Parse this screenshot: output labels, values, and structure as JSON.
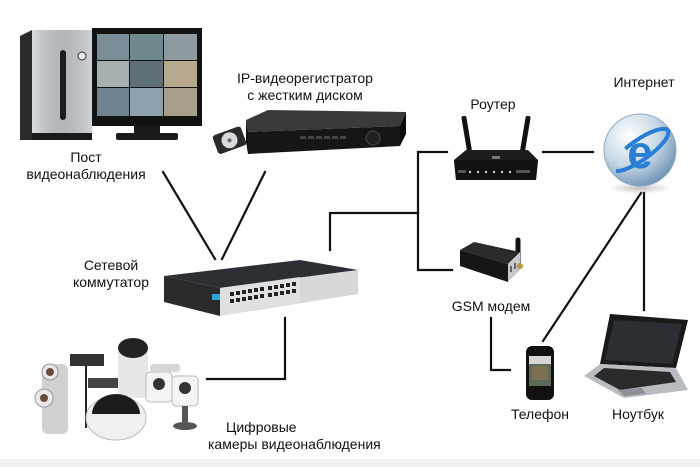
{
  "diagram": {
    "title": "IP video surveillance network scheme",
    "nodes": {
      "monitoring_post": {
        "label_line1": "Пост",
        "label_line2": "видеонаблюдения",
        "icon": "pc-with-monitor-icon"
      },
      "nvr": {
        "label_line1": "IP-видеорегистратор",
        "label_line2": "с жестким диском",
        "icon": "nvr-with-hdd-icon"
      },
      "router": {
        "label": "Роутер",
        "icon": "wifi-router-icon"
      },
      "internet": {
        "label": "Интернет",
        "icon": "internet-globe-icon"
      },
      "switch": {
        "label_line1": "Сетевой",
        "label_line2": "коммутатор",
        "icon": "network-switch-icon"
      },
      "gsm_modem": {
        "label": "GSM модем",
        "icon": "gsm-modem-icon"
      },
      "cameras": {
        "label_line1": "Цифровые",
        "label_line2": "камеры видеонаблюдения",
        "icon": "ip-cameras-icon"
      },
      "phone": {
        "label": "Телефон",
        "icon": "smartphone-icon"
      },
      "laptop": {
        "label": "Ноутбук",
        "icon": "laptop-icon"
      }
    },
    "connections": [
      [
        "monitoring_post",
        "switch"
      ],
      [
        "nvr",
        "switch"
      ],
      [
        "switch",
        "router"
      ],
      [
        "switch",
        "gsm_modem"
      ],
      [
        "router",
        "internet"
      ],
      [
        "internet",
        "phone"
      ],
      [
        "internet",
        "laptop"
      ],
      [
        "gsm_modem",
        "phone"
      ],
      [
        "switch",
        "cameras"
      ]
    ],
    "colors": {
      "wire": "#111111",
      "background": "#ffffff",
      "accent_ie": "#2a7fd4"
    }
  }
}
